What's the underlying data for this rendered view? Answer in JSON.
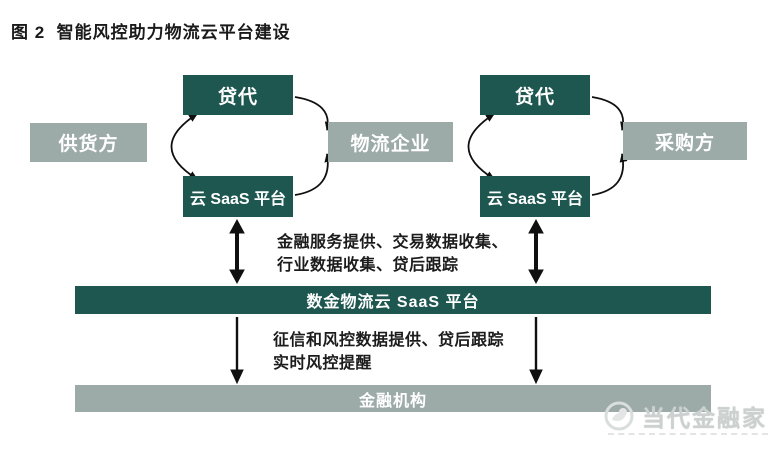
{
  "figure": {
    "title": "图 2  智能风控助力物流云平台建设",
    "nodes": {
      "supplier": "供货方",
      "loan_agent_left": "贷代",
      "cloud_saas_left": "云 SaaS 平台",
      "logistics": "物流企业",
      "loan_agent_right": "贷代",
      "cloud_saas_right": "云 SaaS 平台",
      "buyer": "采购方",
      "platform_bar": "数金物流云 SaaS 平台",
      "financial_bar": "金融机构"
    },
    "annotations": {
      "middle_line1": "金融服务提供、交易数据收集、",
      "middle_line2": "行业数据收集、贷后跟踪",
      "lower_line1": "征信和风控数据提供、贷后跟踪",
      "lower_line2": "实时风控提醒"
    },
    "colors": {
      "box_teal": "#1d574f",
      "box_gray": "#9caba8",
      "arrow_black": "#101010"
    }
  },
  "watermark": {
    "brand": "当代金融家",
    "logo": "bird-badge-icon"
  }
}
